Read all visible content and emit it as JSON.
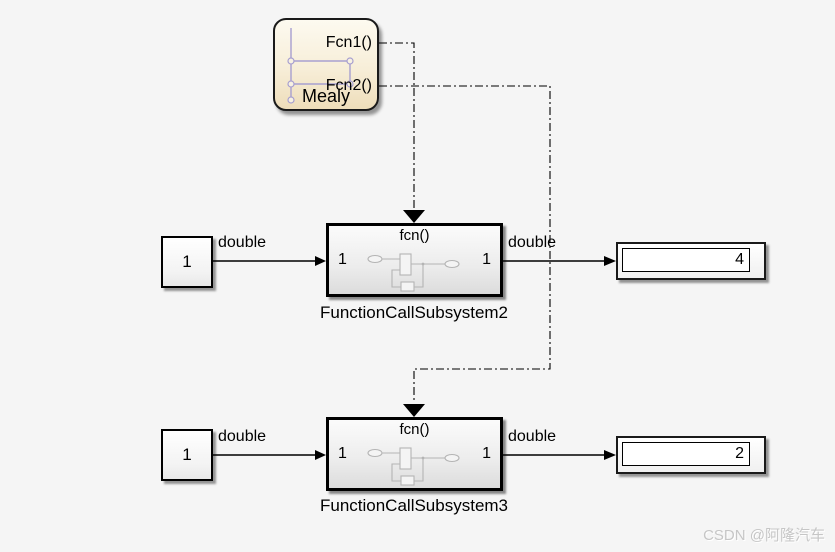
{
  "colors": {
    "background": "#f5f5f5",
    "block_border": "#000000",
    "chart_fill_top": "#fdfaf0",
    "chart_fill_bottom": "#eeddba",
    "chart_icon": "#a79fd0",
    "subsystem_icon": "#b4b4b4",
    "wire": "#000000",
    "watermark_gray": "#c6c6c6"
  },
  "mealy_chart": {
    "label": "Mealy",
    "outputs": [
      {
        "label": "Fcn1()"
      },
      {
        "label": "Fcn2()"
      }
    ]
  },
  "row1": {
    "constant_value": "1",
    "wire_label_in": "double",
    "wire_label_out": "double",
    "subsystem": {
      "trigger_label": "fcn()",
      "input_port": "1",
      "output_port": "1",
      "name": "FunctionCallSubsystem2"
    },
    "display_value": "4"
  },
  "row2": {
    "constant_value": "1",
    "wire_label_in": "double",
    "wire_label_out": "double",
    "subsystem": {
      "trigger_label": "fcn()",
      "input_port": "1",
      "output_port": "1",
      "name": "FunctionCallSubsystem3"
    },
    "display_value": "2"
  },
  "watermark": {
    "text": "CSDN @阿隆汽车"
  }
}
